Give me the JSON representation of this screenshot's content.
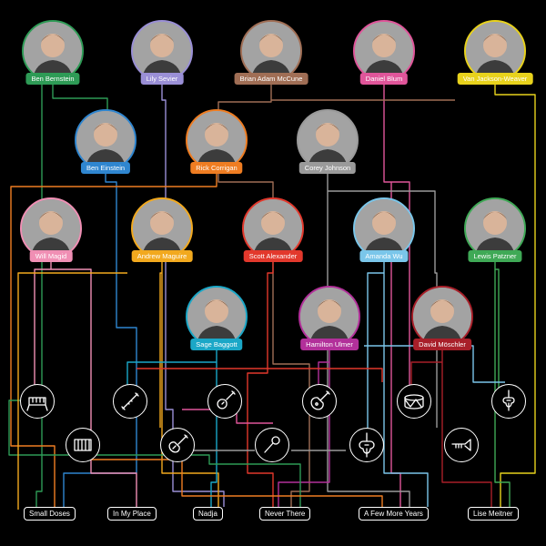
{
  "people": [
    {
      "name": "Ben Bernstein",
      "color": "#2e9b56"
    },
    {
      "name": "Lily Sevier",
      "color": "#9a8fd6"
    },
    {
      "name": "Brian Adam McCune",
      "color": "#a06e55"
    },
    {
      "name": "Daniel Blum",
      "color": "#e0559a"
    },
    {
      "name": "Van Jackson-Weaver",
      "color": "#e8d21c"
    },
    {
      "name": "Ben Einstein",
      "color": "#2f86d0"
    },
    {
      "name": "Rick Corrigan",
      "color": "#ef7d22"
    },
    {
      "name": "Corey Johnson",
      "color": "#9a9a9a"
    },
    {
      "name": "Will Magid",
      "color": "#f08fb4"
    },
    {
      "name": "Andrew Maguire",
      "color": "#f2a91e"
    },
    {
      "name": "Scott Alexander",
      "color": "#e2382c"
    },
    {
      "name": "Amanda Wu",
      "color": "#7ac6ea"
    },
    {
      "name": "Lewis Patzner",
      "color": "#3fa956"
    },
    {
      "name": "Sage Baggott",
      "color": "#1ba7c7"
    },
    {
      "name": "Hamilton Ulmer",
      "color": "#b2309a"
    },
    {
      "name": "David Möschler",
      "color": "#a81f29"
    }
  ],
  "instruments": [
    {
      "icon": "piano-icon"
    },
    {
      "icon": "clarinet-icon"
    },
    {
      "icon": "guitar-icon"
    },
    {
      "icon": "mandolin-icon"
    },
    {
      "icon": "drum-icon"
    },
    {
      "icon": "violin-icon"
    },
    {
      "icon": "accordion-icon"
    },
    {
      "icon": "bass-guitar-icon"
    },
    {
      "icon": "microphone-icon"
    },
    {
      "icon": "cello-icon"
    },
    {
      "icon": "trumpet-icon"
    }
  ],
  "songs": [
    "Small Doses",
    "In My Place",
    "Nadja",
    "Never There",
    "A Few More Years",
    "Lise Meitner"
  ]
}
